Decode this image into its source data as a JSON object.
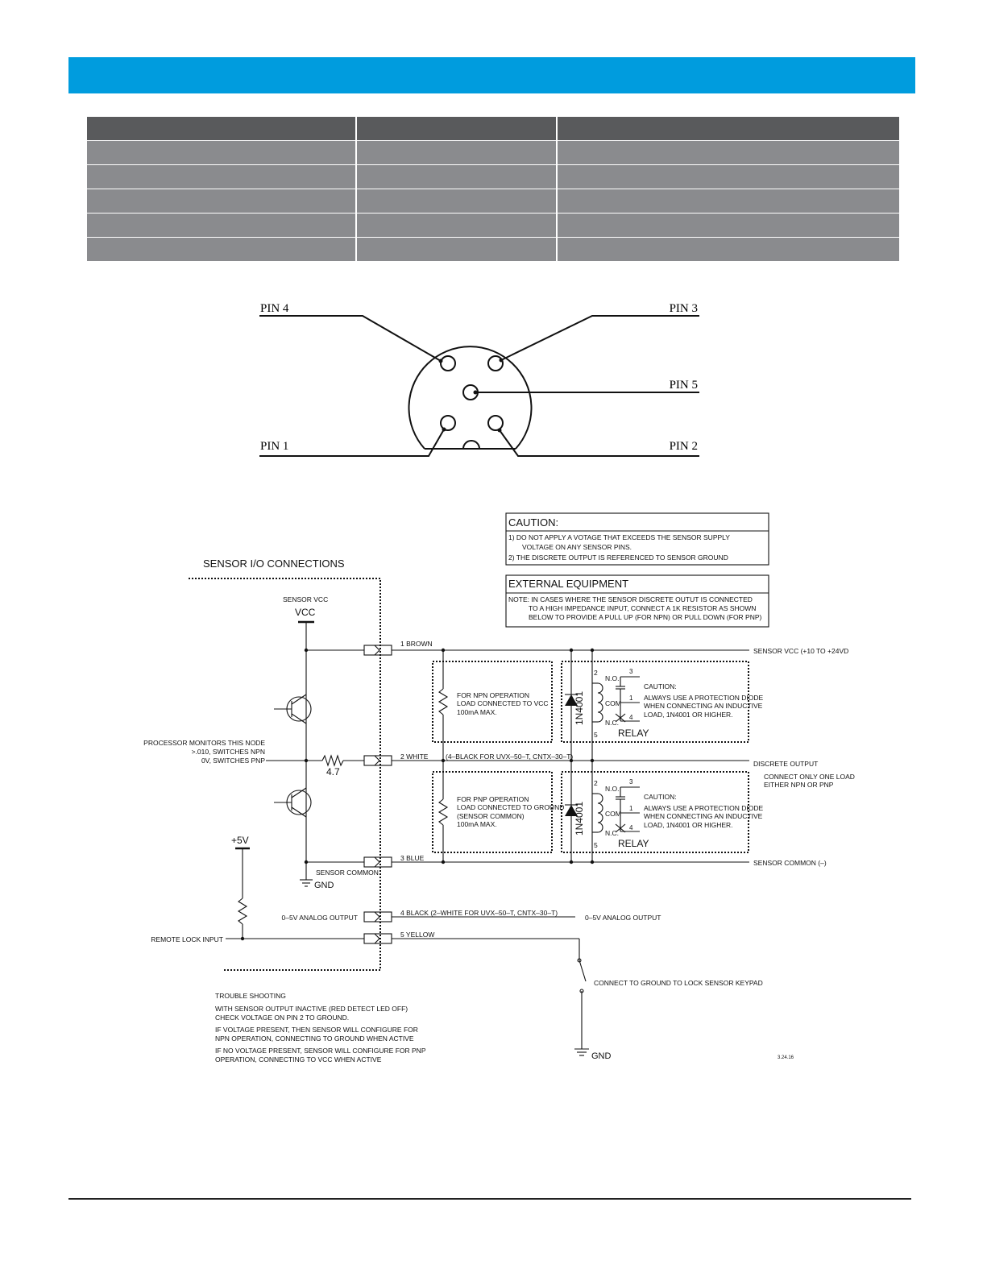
{
  "colors": {
    "header": "#009cde",
    "table_head": "#595a5c",
    "table_row": "#8a8b8e",
    "ink": "#111111"
  },
  "table": {
    "rows": 6,
    "cols": 3,
    "cells": [
      [
        "",
        "",
        ""
      ],
      [
        "",
        "",
        ""
      ],
      [
        "",
        "",
        ""
      ],
      [
        "",
        "",
        ""
      ],
      [
        "",
        "",
        ""
      ],
      [
        "",
        "",
        ""
      ]
    ]
  },
  "connector": {
    "pin4": "PIN 4",
    "pin3": "PIN 3",
    "pin5": "PIN 5",
    "pin1": "PIN 1",
    "pin2": "PIN 2"
  },
  "caution_box": {
    "title": "CAUTION:",
    "line1": "1)  DO NOT APPLY A VOTAGE THAT EXCEEDS THE SENSOR SUPPLY",
    "line2": "VOLTAGE ON ANY SENSOR PINS.",
    "line3": "2)  THE DISCRETE OUTPUT IS REFERENCED TO SENSOR GROUND"
  },
  "external_box": {
    "title": "EXTERNAL EQUIPMENT",
    "line1": "NOTE: IN CASES WHERE THE SENSOR DISCRETE OUTUT IS CONNECTED",
    "line2": "TO A HIGH IMPEDANCE INPUT, CONNECT A 1K RESISTOR AS SHOWN",
    "line3": "BELOW TO PROVIDE A PULL UP (FOR NPN) OR PULL DOWN (FOR PNP)"
  },
  "schematic": {
    "title": "SENSOR I/O CONNECTIONS",
    "sensor_vcc": "SENSOR VCC",
    "vcc": "VCC",
    "processor_1": "PROCESSOR MONITORS THIS NODE",
    "processor_2": ">.010, SWITCHES NPN",
    "processor_3": "0V, SWITCHES PNP",
    "resistor_value": "4.7",
    "plus5v": "+5V",
    "sensor_common": "SENSOR COMMON",
    "gnd": "GND",
    "analog_left": "0–5V ANALOG OUTPUT",
    "remote_lock": "REMOTE LOCK INPUT",
    "wire1": "1  BROWN",
    "wire2": "2  WHITE",
    "wire2_note": "(4–BLACK FOR UVX–50–T, CNTX–30–T)",
    "wire3": "3  BLUE",
    "wire4": "4  BLACK (2–WHITE FOR UVX–50–T, CNTX–30–T)",
    "wire5": "5  YELLOW",
    "sensor_vcc_right": "SENSOR VCC (+10 TO +24VD",
    "discrete_output": "DISCRETE OUTPUT",
    "connect_one_1": "CONNECT ONLY ONE LOAD",
    "connect_one_2": "EITHER NPN OR PNP",
    "sensor_common_right": "SENSOR COMMON (–)",
    "analog_right": "0–5V ANALOG OUTPUT",
    "npn_1": "FOR NPN OPERATION",
    "npn_2": "LOAD CONNECTED TO VCC",
    "npn_3": "100mA MAX.",
    "pnp_1": "FOR PNP OPERATION",
    "pnp_2": "LOAD CONNECTED TO GROUND",
    "pnp_3": "(SENSOR COMMON)",
    "pnp_4": "100mA MAX.",
    "diode": "1N4001",
    "relay": "RELAY",
    "no": "N.O.",
    "com": "COM",
    "nc": "N.C.",
    "relay_caution": "CAUTION:",
    "relay_caution_1": "ALWAYS USE A PROTECTION DIODE",
    "relay_caution_2": "WHEN CONNECTING AN INDUCTIVE",
    "relay_caution_3": "LOAD, 1N4001 OR HIGHER.",
    "n2": "2",
    "n3": "3",
    "n1": "1",
    "n4": "4",
    "n5": "5",
    "lock_note": "CONNECT TO GROUND TO LOCK SENSOR KEYPAD",
    "gnd_bottom": "GND",
    "date": "3.24.16",
    "ts_title": "TROUBLE SHOOTING",
    "ts_1": "WITH SENSOR OUTPUT INACTIVE (RED DETECT LED OFF)",
    "ts_2": "CHECK VOLTAGE ON PIN 2 TO GROUND.",
    "ts_3": "IF VOLTAGE PRESENT, THEN SENSOR WILL CONFIGURE FOR",
    "ts_4": "NPN OPERATION, CONNECTING TO GROUND WHEN ACTIVE",
    "ts_5": "IF NO VOLTAGE PRESENT, SENSOR WILL CONFIGURE FOR PNP",
    "ts_6": "OPERATION, CONNECTING TO VCC WHEN ACTIVE"
  }
}
